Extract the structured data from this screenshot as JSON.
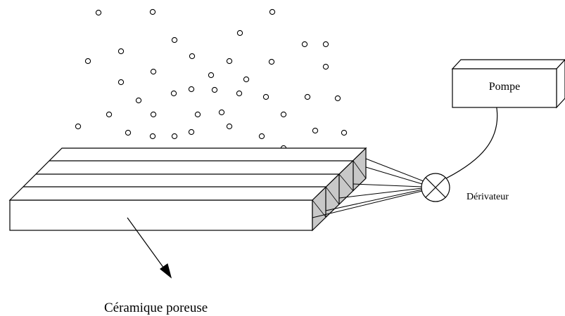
{
  "labels": {
    "pump": "Pompe",
    "splitter": "Dérivateur",
    "ceramic": "Céramique poreuse"
  },
  "colors": {
    "stroke": "#000000",
    "channel_fill": "#c0c0c0",
    "background": "#ffffff"
  },
  "components": {
    "particles": "particle circles",
    "ceramic_block": "porous ceramic block with channels",
    "splitter_icon": "circle-with-cross-icon",
    "pump_box": "3d box",
    "arrow": "arrow-down-right-icon"
  }
}
